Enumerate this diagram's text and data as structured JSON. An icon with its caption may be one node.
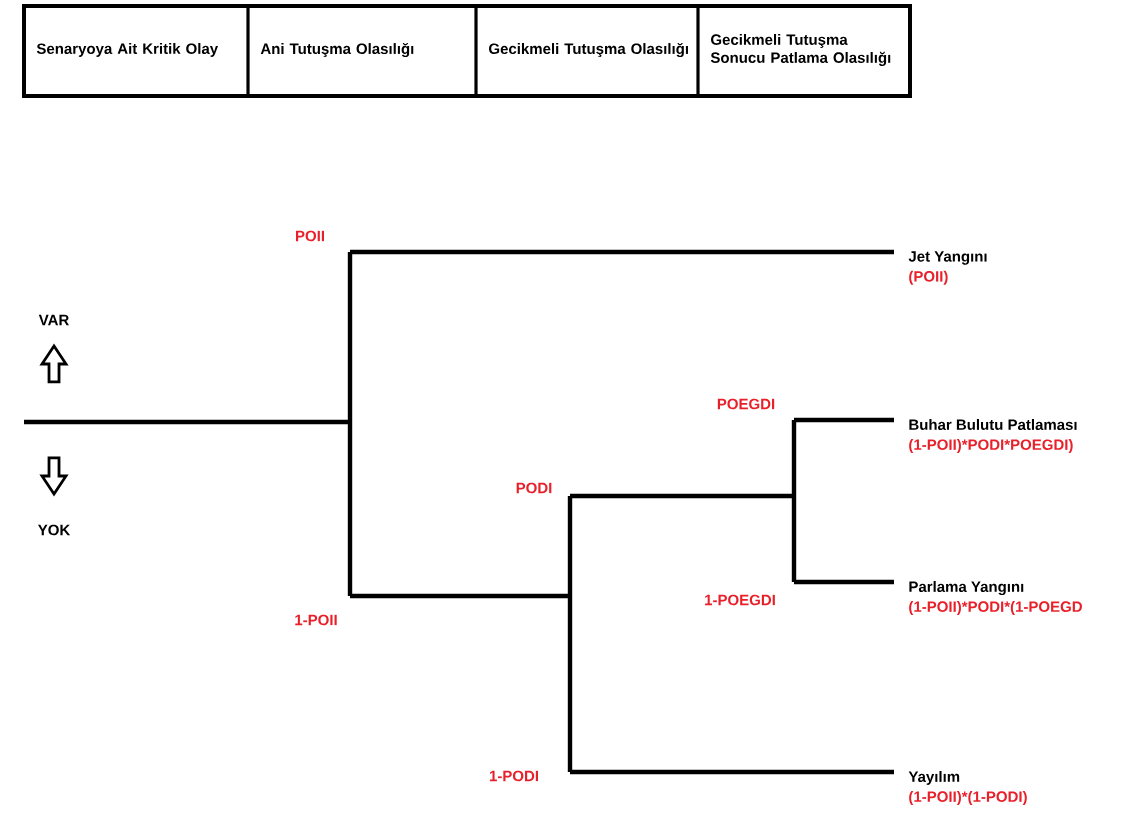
{
  "diagram": {
    "nodes": [
      {
        "text": [
          "Jet Yangını",
          "(POII)"
        ]
      },
      {
        "text": [
          "Buhar Bulutu Patlaması",
          "(1-POII)*PODI*POEGDI)"
        ]
      },
      {
        "text": [
          "Parlama Yangını",
          "(1-POII)*PODI*(1-POEGD"
        ]
      },
      {
        "text": [
          "Yayılım",
          "(1-POII)*(1-PODI)"
        ]
      }
    ],
    "labels": [
      "Senaryoya Ait Kritik Olay",
      "Ani Tutuşma Olasılığı",
      "Gecikmeli Tutuşma Olasılığı",
      "Gecikmeli Tutuşma Sonucu Patlama Olasılığı",
      "POII",
      "VAR",
      "YOK",
      "PODI",
      "POEGDI",
      "1-POII",
      "1-POEGDI",
      "1-PODI"
    ]
  }
}
